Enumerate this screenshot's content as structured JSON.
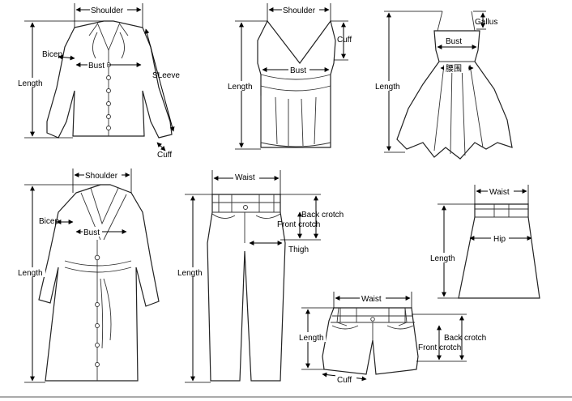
{
  "colors": {
    "line": "#222222",
    "background": "#ffffff"
  },
  "garments": {
    "shirt": {
      "shoulder": "Shoulder",
      "bicep": "Bicep",
      "bust": "Bust",
      "sleeve": "SLeeve",
      "length": "Length",
      "cuff": "Cuff"
    },
    "vest": {
      "shoulder": "Shoulder",
      "cuff": "Cuff",
      "bust": "Bust",
      "length": "Length"
    },
    "dress": {
      "gallus": "Gallus",
      "bust": "Bust",
      "waist_cn": "腰围",
      "length": "Length"
    },
    "coat": {
      "shoulder": "Shoulder",
      "bicep": "Bicep",
      "bust": "Bust",
      "length": "Length"
    },
    "pants": {
      "waist": "Waist",
      "back_crotch": "Back crotch",
      "front_crotch": "Front crotch",
      "thigh": "Thigh",
      "length": "Length"
    },
    "skirt": {
      "waist": "Waist",
      "hip": "Hip",
      "length": "Length"
    },
    "shorts": {
      "waist": "Waist",
      "length": "Length",
      "back_crotch": "Back crotch",
      "front_crotch": "Front crotch",
      "cuff": "Cuff"
    }
  }
}
